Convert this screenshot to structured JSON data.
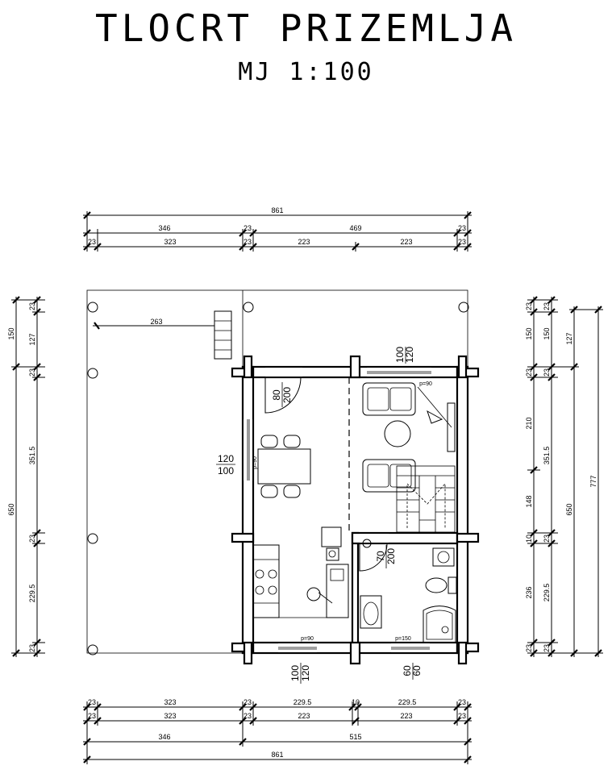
{
  "title": "TLOCRT PRIZEMLJA",
  "scale": "MJ 1:100",
  "dims": {
    "top": {
      "total": "861",
      "row2": [
        "346",
        "23",
        "469",
        "23"
      ],
      "row3": [
        "23",
        "323",
        "23",
        "223",
        "223",
        "23"
      ]
    },
    "bottom": {
      "row1": [
        "23",
        "323",
        "23",
        "229.5",
        "10",
        "229.5",
        "23"
      ],
      "row2": [
        "23",
        "323",
        "23",
        "223",
        "223",
        "23"
      ],
      "row3": [
        "346",
        "515"
      ],
      "total": "861"
    },
    "left": {
      "outer": [
        "150",
        "650"
      ],
      "inner": [
        "23",
        "127",
        "23",
        "351.5",
        "23",
        "229.5",
        "23"
      ]
    },
    "right": {
      "inner": [
        "23",
        "23",
        "23",
        "23",
        "23"
      ],
      "c1": [
        "150",
        "210",
        "148",
        "10",
        "236"
      ],
      "c2": [
        "150",
        "351.5",
        "229.5"
      ],
      "c3": [
        "127",
        "650"
      ],
      "c4": [
        "777"
      ]
    },
    "terrace": "263"
  },
  "openings": {
    "top_door_a": "100",
    "top_door_b": "120",
    "entry_a": "80",
    "entry_b": "200",
    "left_win_a": "120",
    "left_win_b": "100",
    "left_win_p": "p=90",
    "stair_p": "p=90",
    "bath_door_a": "70",
    "bath_door_b": "200",
    "bottom_win_a": "100",
    "bottom_win_b": "120",
    "bottom_win_p": "p=90",
    "bath_win_a": "60",
    "bath_win_b": "60",
    "bath_win_p": "p=150"
  }
}
